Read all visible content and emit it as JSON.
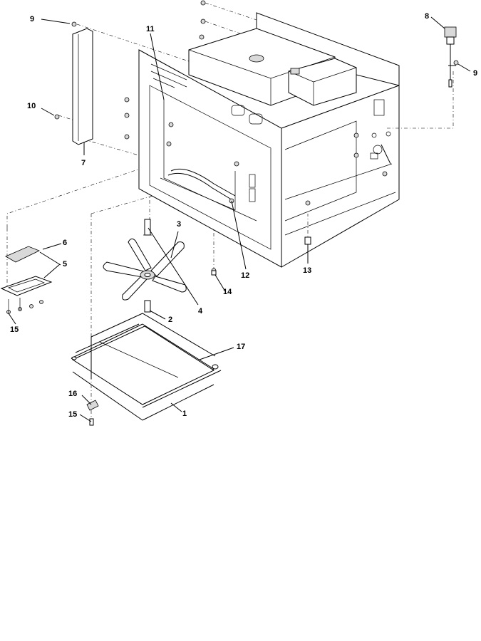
{
  "callouts": {
    "c1": "1",
    "c2": "2",
    "c3": "3",
    "c4": "4",
    "c5": "5",
    "c6": "6",
    "c7": "7",
    "c8": "8",
    "c9a": "9",
    "c9b": "9",
    "c10": "10",
    "c11": "11",
    "c12": "12",
    "c13": "13",
    "c14": "14",
    "c15a": "15",
    "c15b": "15",
    "c16": "16",
    "c17": "17"
  }
}
